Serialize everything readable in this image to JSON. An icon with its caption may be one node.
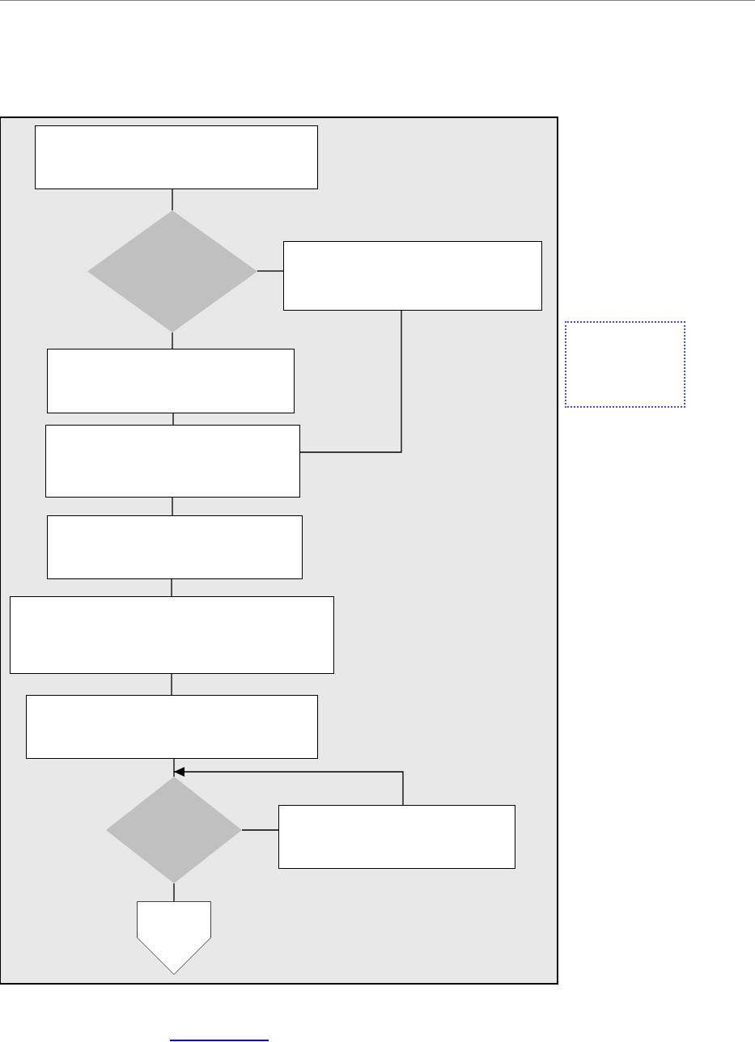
{
  "diagram": {
    "nodes": [
      {
        "text": [],
        "shape": "box"
      },
      {
        "text": [],
        "shape": "box",
        "in": 0
      },
      {
        "text": [],
        "shape": "diamond",
        "in": 0
      },
      {
        "text": [],
        "shape": "box",
        "in": 0
      },
      {
        "text": [],
        "shape": "box",
        "in": 0
      },
      {
        "text": [],
        "shape": "box",
        "in": 0
      },
      {
        "text": [],
        "shape": "box",
        "in": 0
      },
      {
        "text": [],
        "shape": "box",
        "in": 0
      },
      {
        "text": [],
        "shape": "box",
        "in": 0
      },
      {
        "text": [],
        "shape": "diamond",
        "in": 0
      },
      {
        "text": [],
        "shape": "box",
        "in": 0
      },
      {
        "text": [],
        "shape": "pentagon",
        "in": 0
      },
      {
        "text": [],
        "shape": "box"
      }
    ],
    "edges": [
      {
        "from": 1,
        "to": 2,
        "arrow": "none"
      },
      {
        "from": 2,
        "to": 3,
        "arrow": "none"
      },
      {
        "from": 2,
        "to": 4,
        "arrow": "none"
      },
      {
        "from": 4,
        "to": 5,
        "arrow": "none"
      },
      {
        "from": 3,
        "to": 5,
        "arrow": "none"
      },
      {
        "from": 5,
        "to": 6,
        "arrow": "none"
      },
      {
        "from": 6,
        "to": 7,
        "arrow": "none"
      },
      {
        "from": 7,
        "to": 8,
        "arrow": "none"
      },
      {
        "from": 8,
        "to": 9,
        "arrow": "none"
      },
      {
        "from": 9,
        "to": 10,
        "arrow": "none"
      },
      {
        "from": 10,
        "to": 9,
        "arrow": "to"
      },
      {
        "from": 9,
        "to": 11,
        "arrow": "none"
      }
    ]
  }
}
